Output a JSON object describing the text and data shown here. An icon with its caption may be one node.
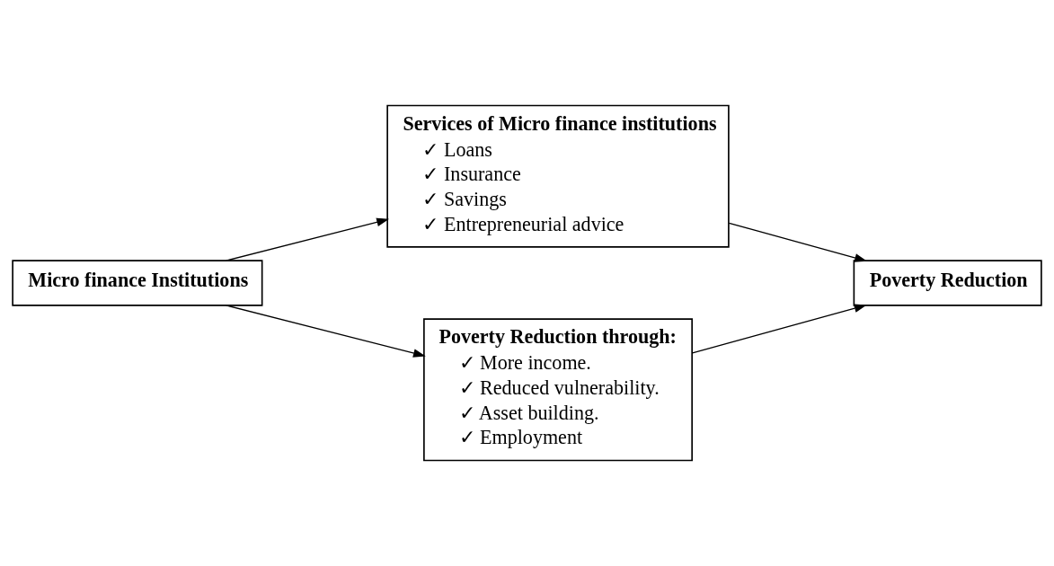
{
  "diagram": {
    "nodes": [
      {
        "text": [
          "Micro finance Institutions"
        ]
      },
      {
        "text": [
          "Services of Micro finance institutions",
          "✓ Loans",
          "✓ Insurance",
          "✓ Savings",
          "✓ Entrepreneurial advice"
        ]
      },
      {
        "text": [
          "Poverty Reduction through:",
          "✓ More income.",
          "✓ Reduced vulnerability.",
          "✓ Asset building.",
          "✓ Employment"
        ]
      },
      {
        "text": [
          "Poverty Reduction"
        ]
      }
    ],
    "edges": [
      {
        "from": 0,
        "to": 1,
        "arrow": "to"
      },
      {
        "from": 0,
        "to": 2,
        "arrow": "to"
      },
      {
        "from": 1,
        "to": 3,
        "arrow": "to"
      },
      {
        "from": 2,
        "to": 3,
        "arrow": "to"
      }
    ]
  }
}
